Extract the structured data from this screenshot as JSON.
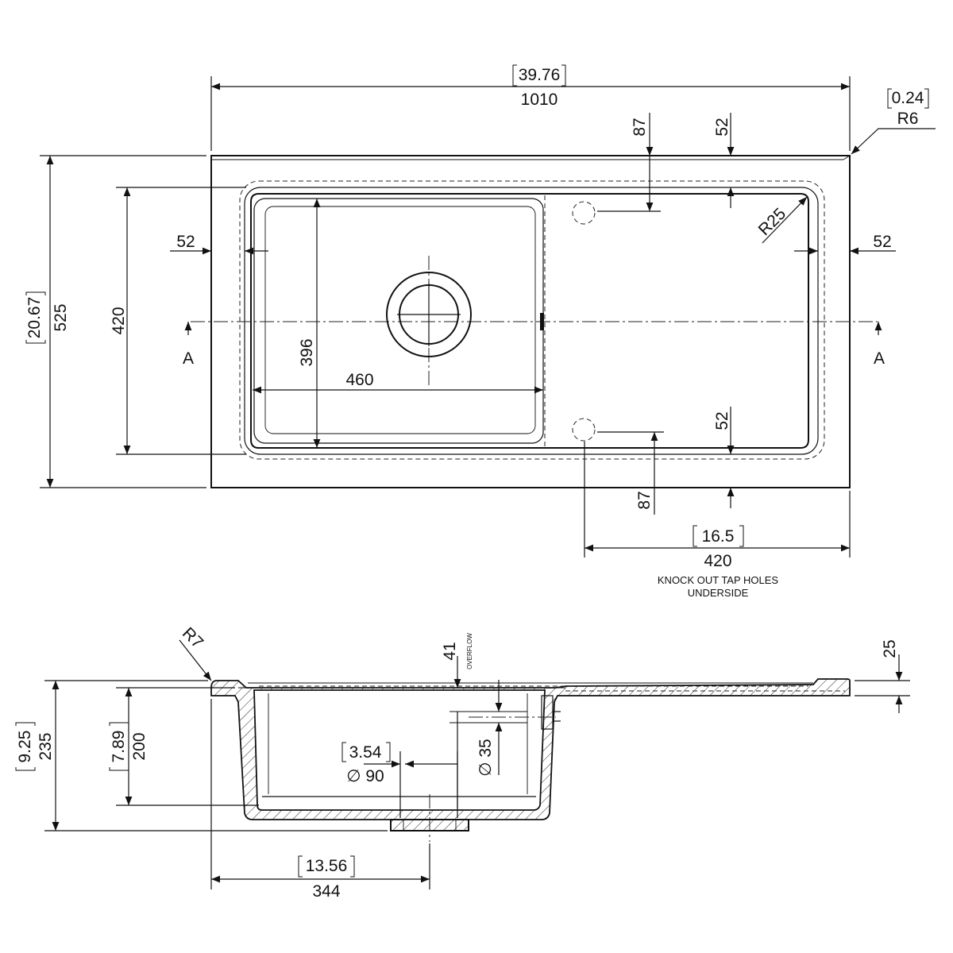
{
  "plan": {
    "overall_length": {
      "inch": "39.76",
      "mm": "1010"
    },
    "corner_radius": {
      "inch": "0.24",
      "mm": "R6"
    },
    "overall_width": {
      "inch": "20.67",
      "mm": "525"
    },
    "bowl_width": "420",
    "bowl_inner_width": "396",
    "bowl_length": "460",
    "left_margin": "52",
    "right_margin": "52",
    "top_margin": "52",
    "bottom_margin": "52",
    "tap_hole_top_offset": "87",
    "tap_hole_bottom_offset": "87",
    "drainer_radius": "R25",
    "section_marker_left": "A",
    "section_marker_right": "A",
    "tap_hole_distance": {
      "inch": "16.5",
      "mm": "420"
    },
    "note_line1": "KNOCK OUT TAP HOLES",
    "note_line2": "UNDERSIDE"
  },
  "section": {
    "edge_radius": "R7",
    "overflow_height": "41",
    "overflow_label": "OVERFLOW",
    "deck_thickness": "25",
    "overall_depth": {
      "inch": "9.25",
      "mm": "235"
    },
    "bowl_depth": {
      "inch": "7.89",
      "mm": "200"
    },
    "waste_diameter": {
      "inch": "3.54",
      "mm": "∅ 90"
    },
    "overflow_diameter": "∅ 35",
    "waste_offset": {
      "inch": "13.56",
      "mm": "344"
    }
  }
}
